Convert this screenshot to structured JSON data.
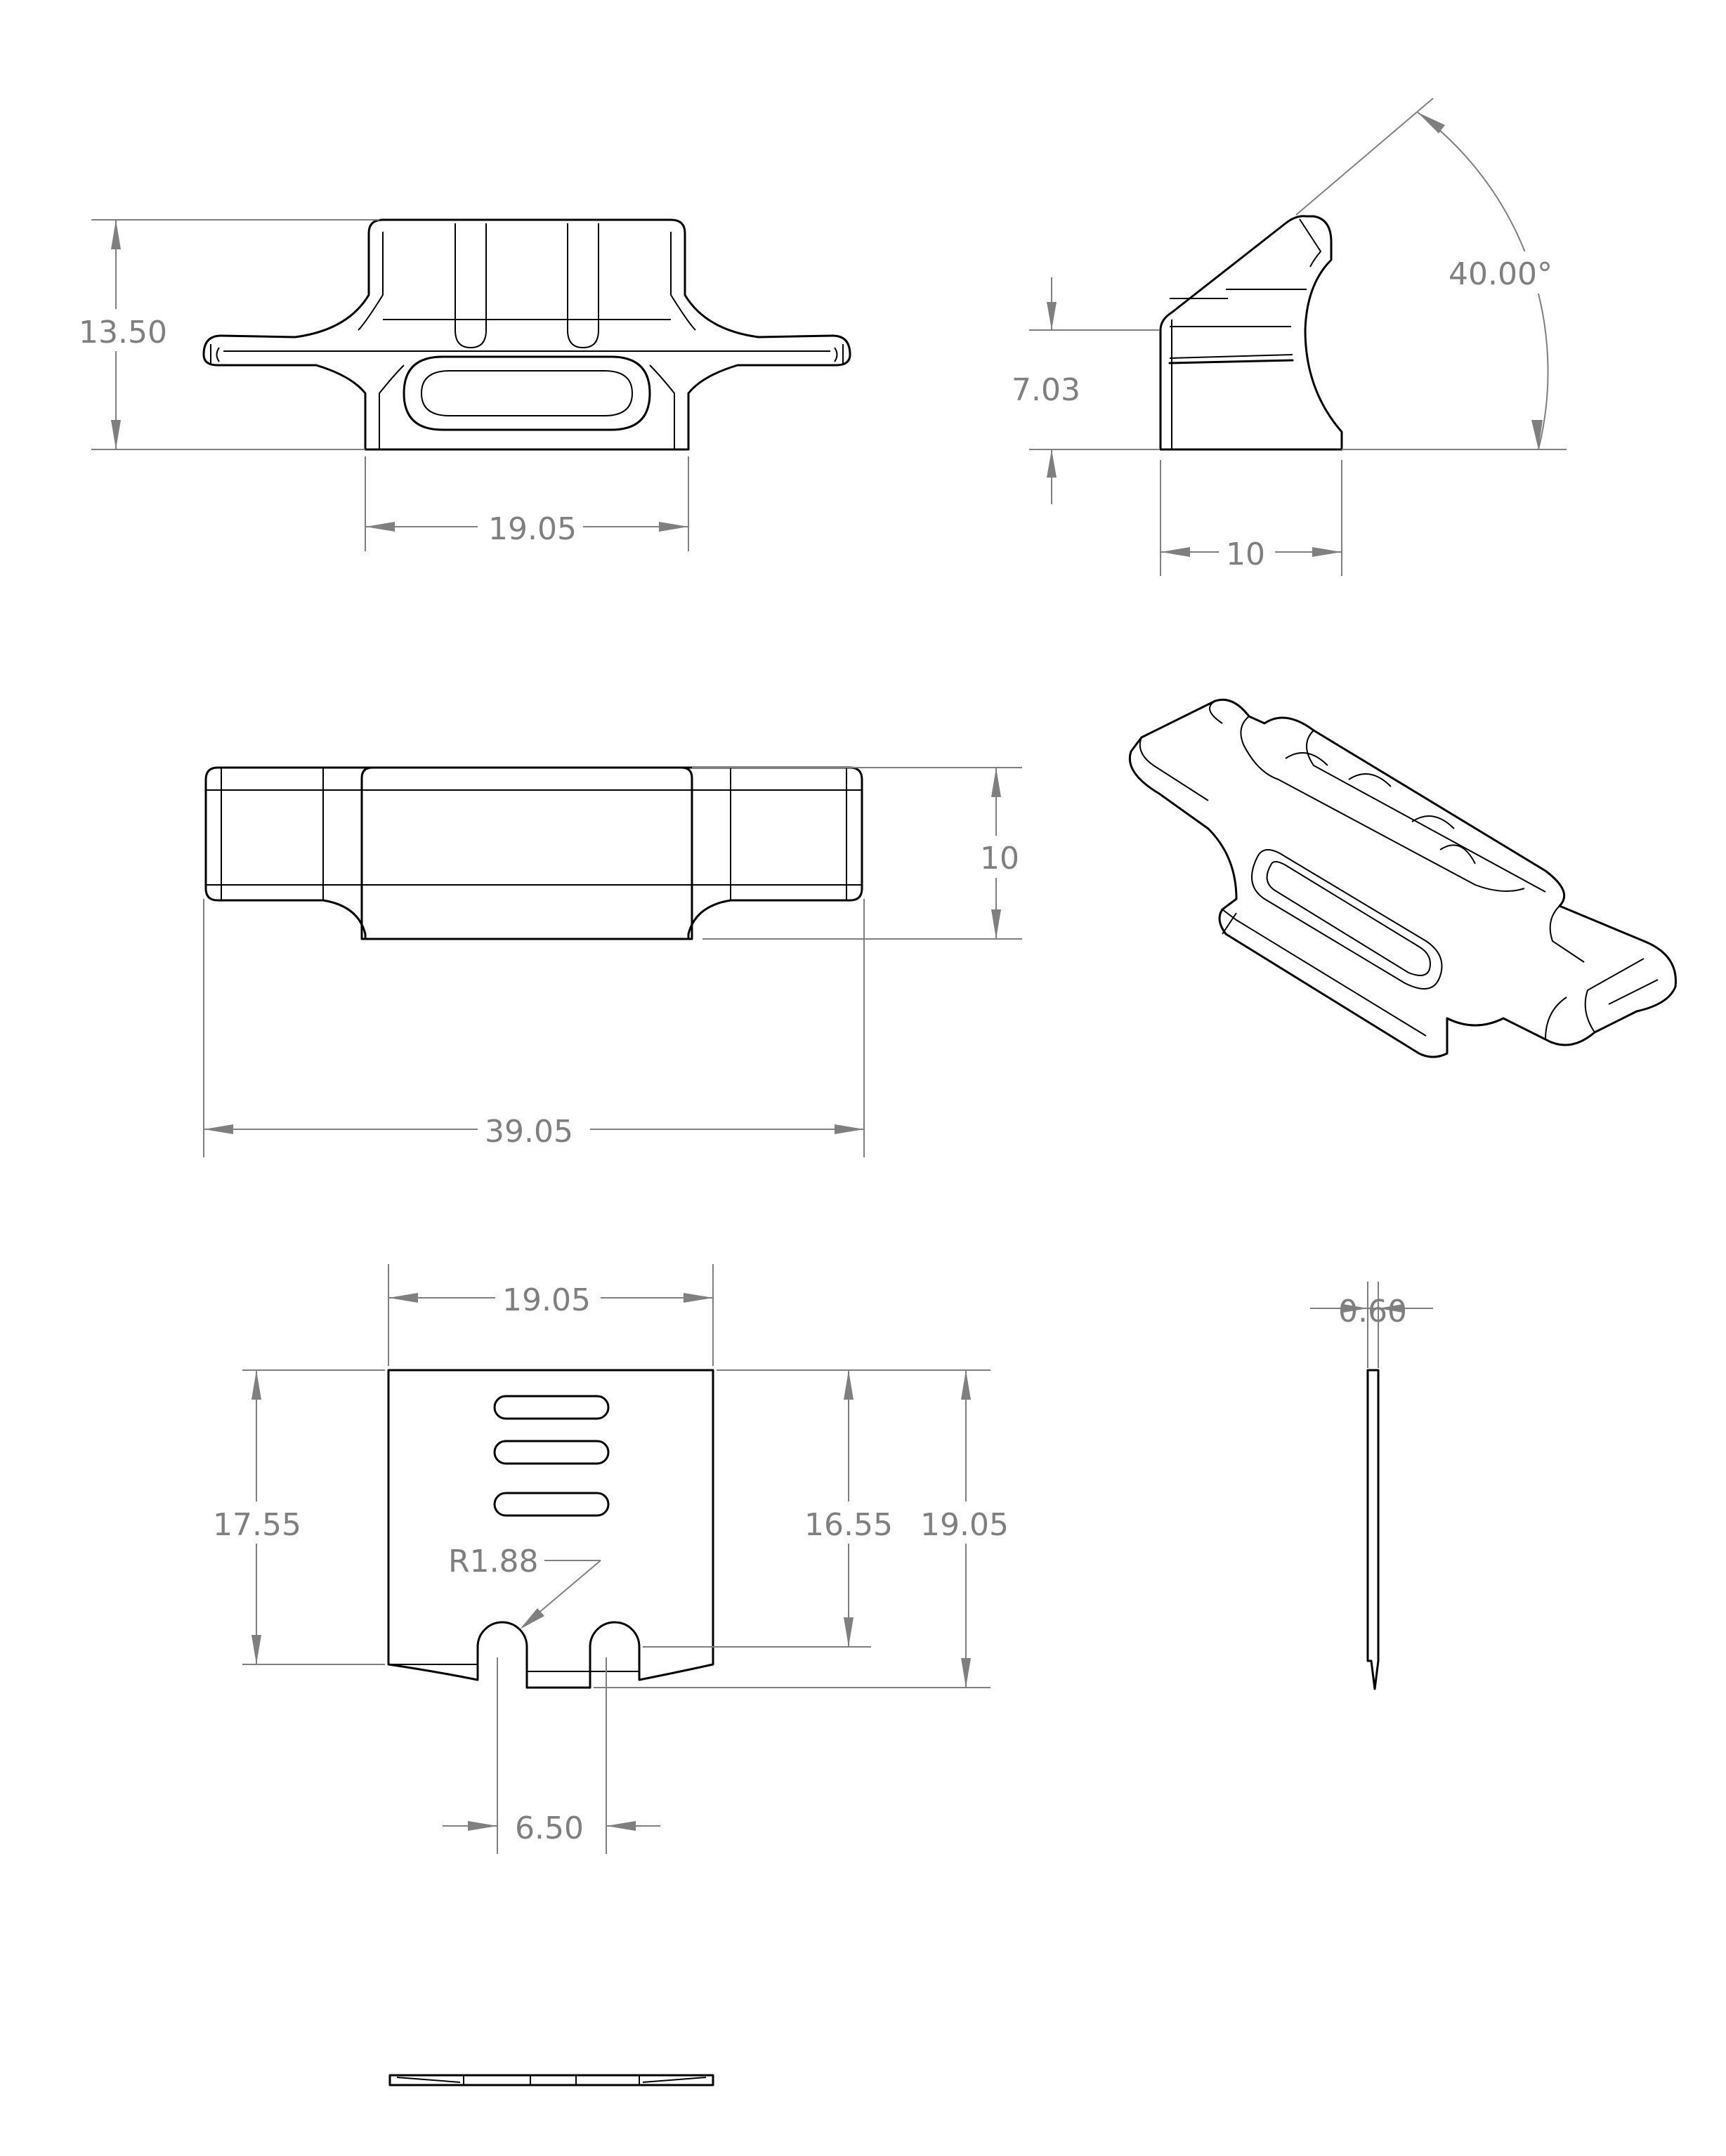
{
  "dimensions": {
    "front_height": "13.50",
    "front_width": "19.05",
    "side_height": "7.03",
    "side_depth": "10",
    "side_angle": "40.00°",
    "top_depth": "10",
    "top_length": "39.05",
    "flat_width": "19.05",
    "flat_height_left": "17.55",
    "flat_height_inner": "16.55",
    "flat_height_right": "19.05",
    "notch_radius": "R1.88",
    "notch_spacing": "6.50",
    "thickness": "0.60"
  }
}
